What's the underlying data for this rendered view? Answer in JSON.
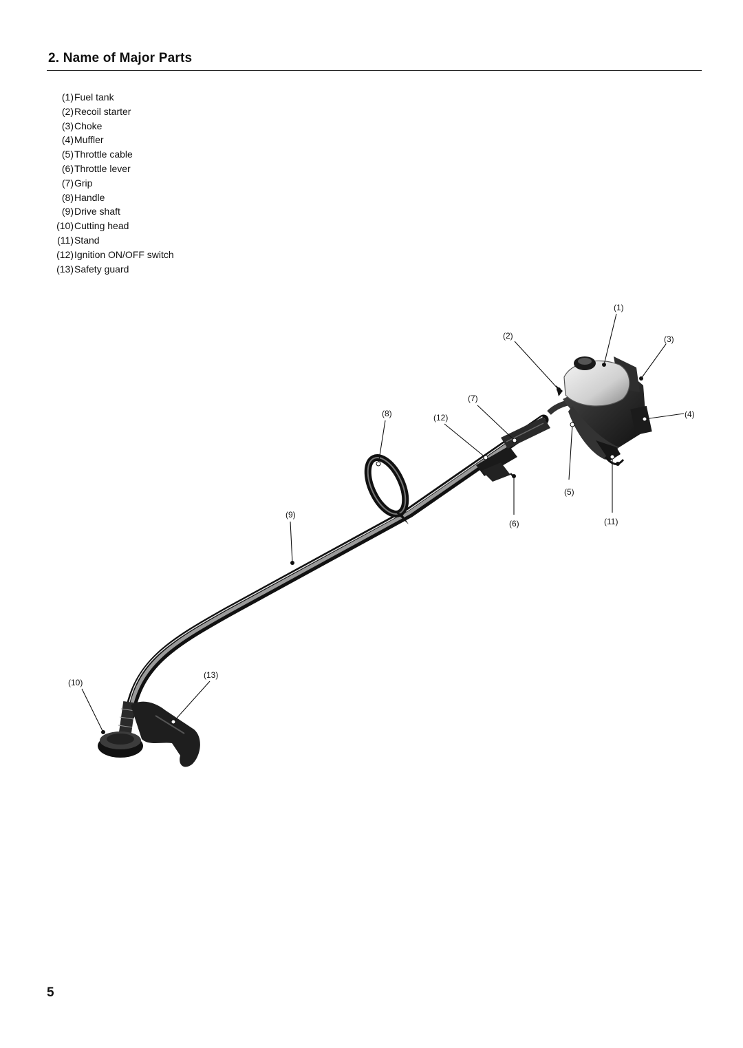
{
  "header": {
    "title": "2. Name of Major Parts"
  },
  "parts": [
    {
      "num": "(1)",
      "label": "Fuel tank"
    },
    {
      "num": "(2)",
      "label": "Recoil starter"
    },
    {
      "num": "(3)",
      "label": "Choke"
    },
    {
      "num": "(4)",
      "label": "Muffler"
    },
    {
      "num": "(5)",
      "label": "Throttle cable"
    },
    {
      "num": "(6)",
      "label": "Throttle lever"
    },
    {
      "num": "(7)",
      "label": "Grip"
    },
    {
      "num": "(8)",
      "label": "Handle"
    },
    {
      "num": "(9)",
      "label": "Drive shaft"
    },
    {
      "num": "(10)",
      "label": "Cutting head"
    },
    {
      "num": "(11)",
      "label": "Stand"
    },
    {
      "num": "(12)",
      "label": "Ignition ON/OFF switch"
    },
    {
      "num": "(13)",
      "label": "Safety guard"
    }
  ],
  "figure": {
    "callouts": {
      "c1": "(1)",
      "c2": "(2)",
      "c3": "(3)",
      "c4": "(4)",
      "c5": "(5)",
      "c6": "(6)",
      "c7": "(7)",
      "c8": "(8)",
      "c9": "(9)",
      "c10": "(10)",
      "c11": "(11)",
      "c12": "(12)",
      "c13": "(13)"
    }
  },
  "footer": {
    "page_number": "5"
  }
}
